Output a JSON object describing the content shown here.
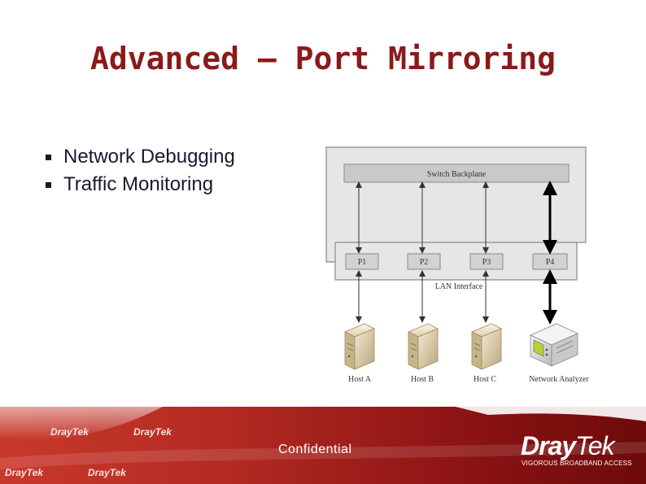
{
  "slide": {
    "title": "Advanced – Port Mirroring",
    "bullets": [
      "Network Debugging",
      "Traffic Monitoring"
    ]
  },
  "diagram": {
    "backplane_label": "Switch Backplane",
    "lan_interface_label": "LAN Interface",
    "ports": [
      "P1",
      "P2",
      "P3",
      "P4"
    ],
    "hosts": [
      "Host A",
      "Host B",
      "Host C",
      "Network Analyzer"
    ],
    "mirror_port": "P4"
  },
  "footer": {
    "confidential": "Confidential",
    "logo_bold": "Dray",
    "logo_normal": "Tek",
    "tagline": "VIGOROUS BROADBAND ACCESS",
    "watermark": "DrayTek"
  },
  "colors": {
    "title": "#8b1a1a",
    "footer_dark": "#7a0c0c",
    "footer_light": "#c9382c"
  }
}
